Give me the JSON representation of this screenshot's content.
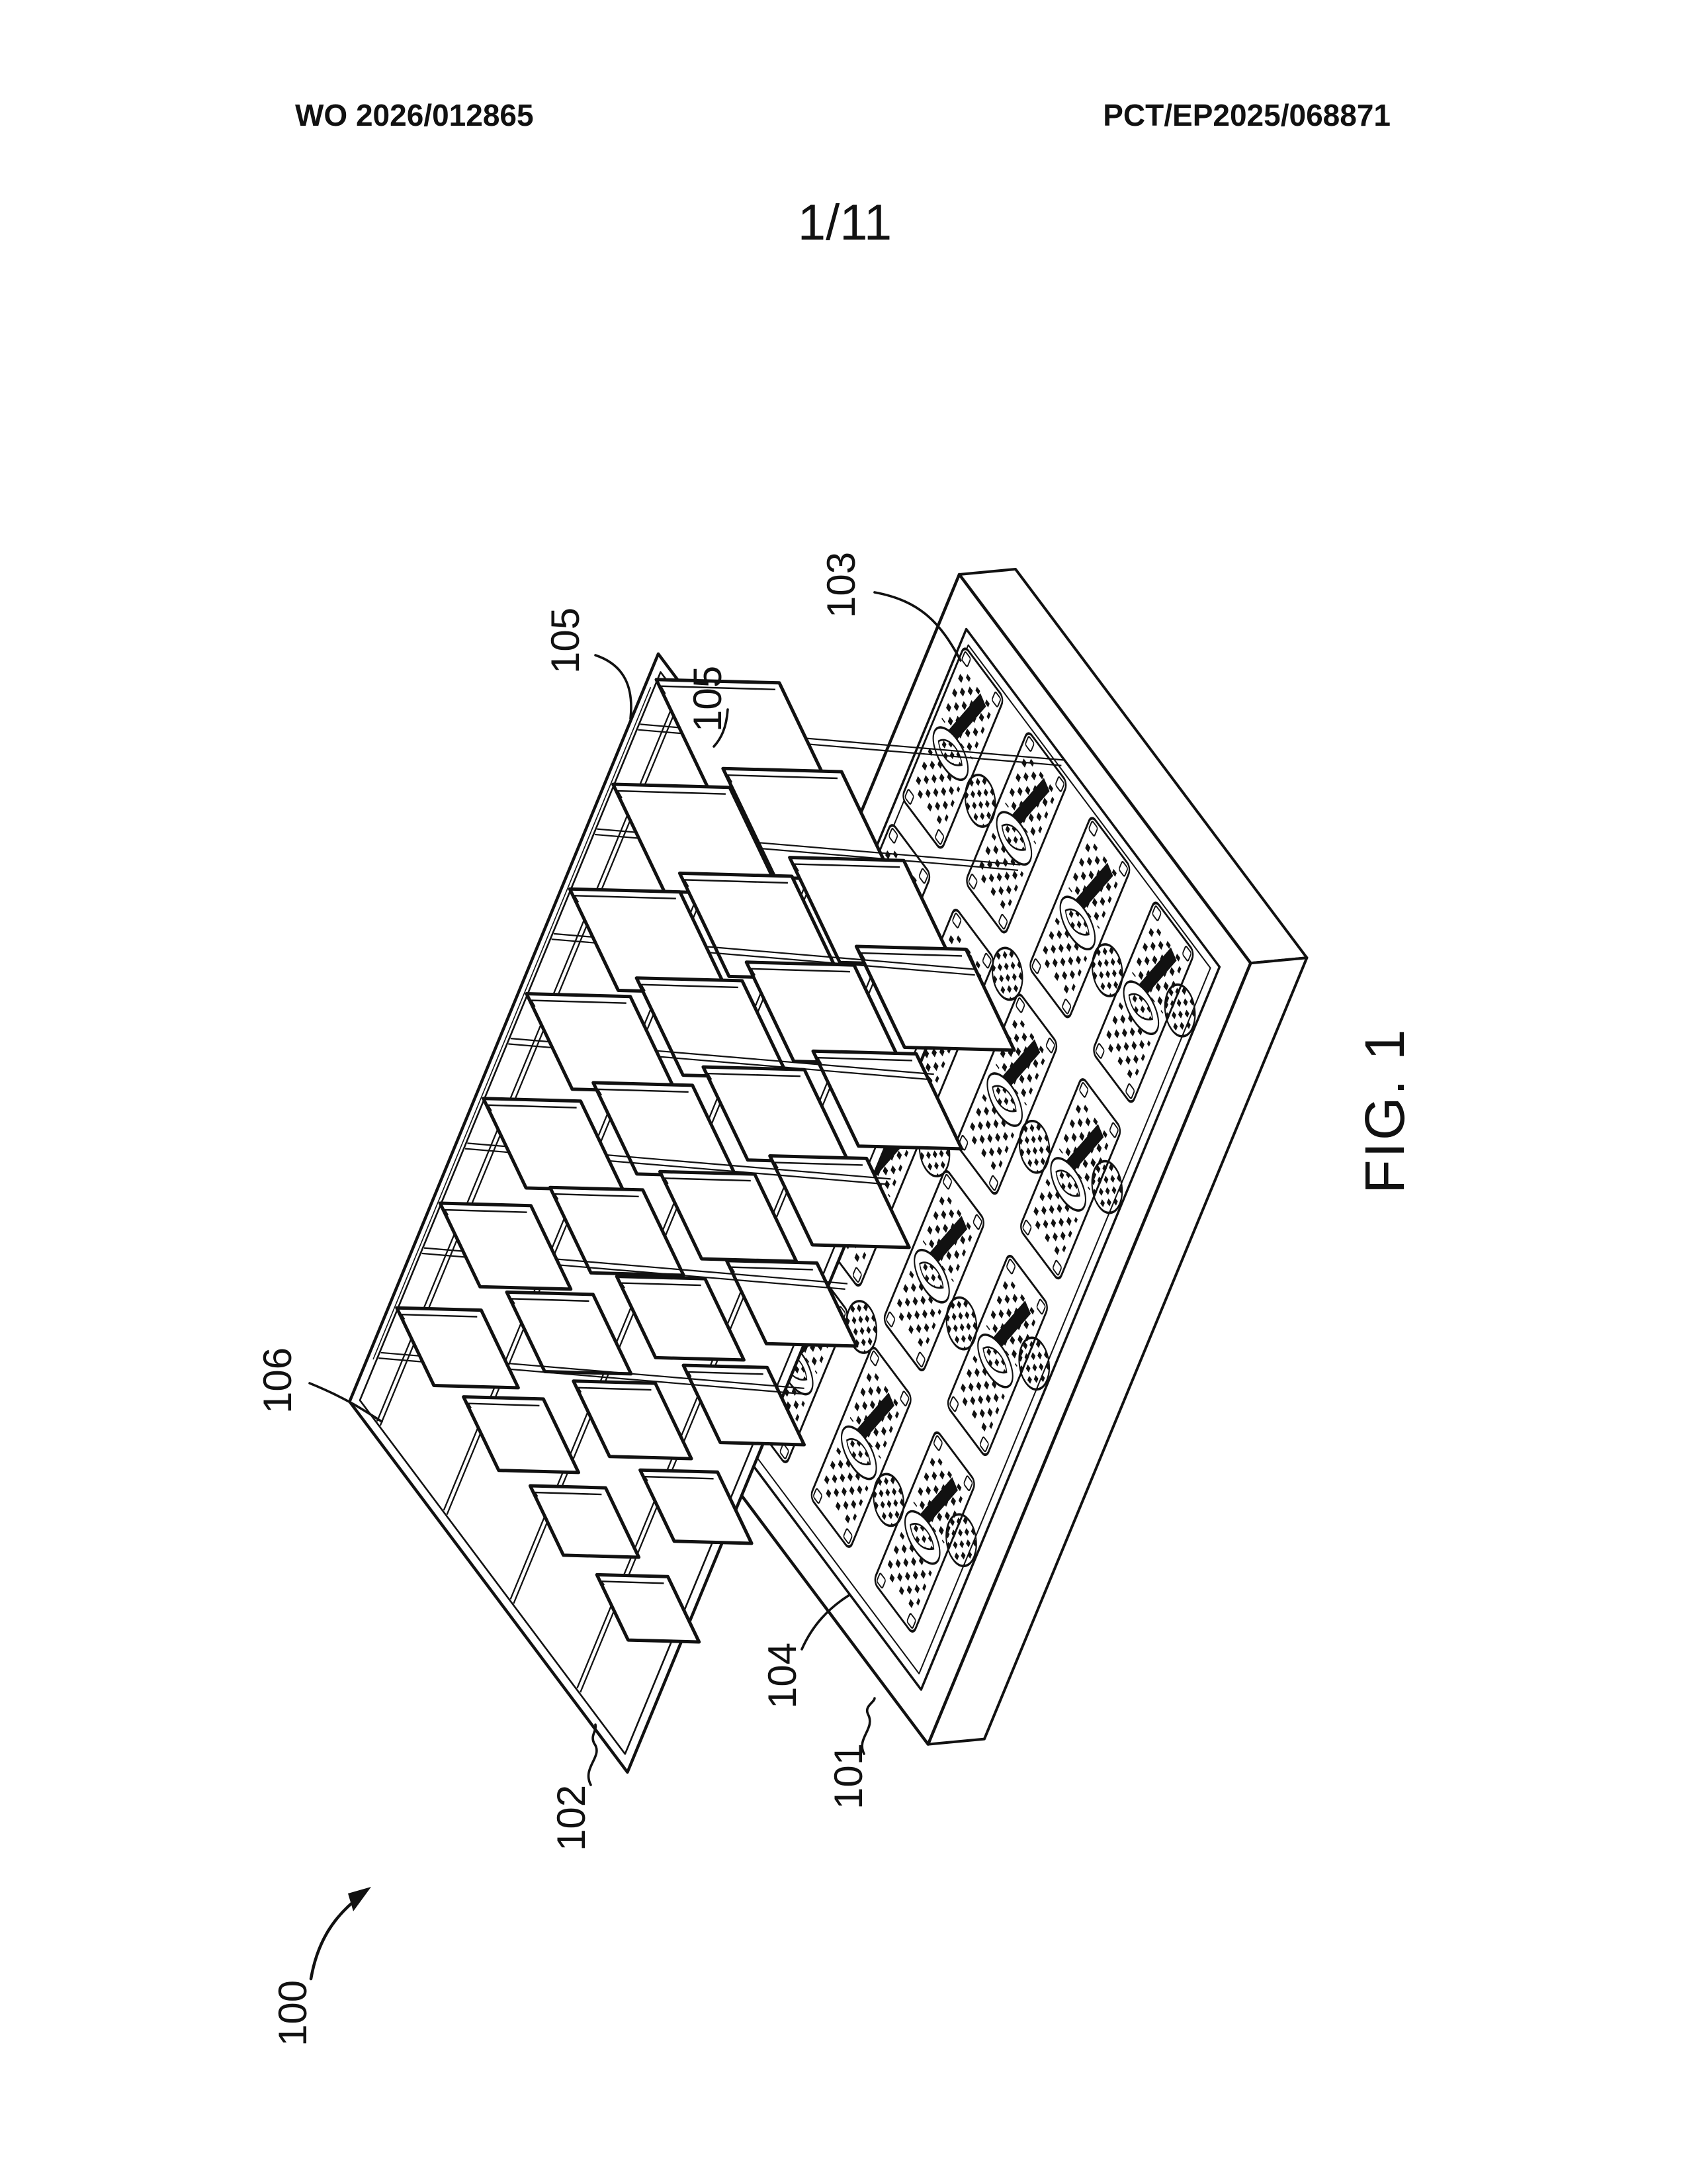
{
  "header": {
    "publication_number": "WO 2026/012865",
    "application_number": "PCT/EP2025/068871",
    "sheet_number": "1/11"
  },
  "figure": {
    "caption": "FIG. 1"
  },
  "reference_labels": {
    "l100": {
      "text": "100",
      "target": "assembly-overview-arrow"
    },
    "l101": {
      "text": "101",
      "target": "carrier-tray-base"
    },
    "l102": {
      "text": "102",
      "target": "cover-lattice-frame"
    },
    "l103": {
      "text": "103",
      "target": "first-module-on-tray"
    },
    "l104": {
      "text": "104",
      "target": "module-row-on-tray"
    },
    "l105a": {
      "text": "105",
      "target": "lattice-frame-outer-edge"
    },
    "l105b": {
      "text": "105",
      "target": "lattice-frame-inner-edge"
    },
    "l106": {
      "text": "106",
      "target": "tilted-cover-lid"
    }
  },
  "drawing": {
    "style_colors": {
      "ink": "#111111",
      "paper": "#ffffff"
    }
  }
}
